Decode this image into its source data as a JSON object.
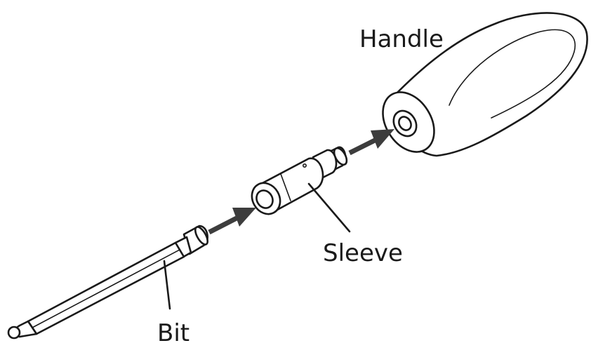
{
  "labels": {
    "handle": "Handle",
    "sleeve": "Sleeve",
    "bit": "Bit"
  },
  "colors": {
    "line": "#1a1a1a",
    "arrow": "#3d3d3d",
    "background": "#ffffff"
  }
}
